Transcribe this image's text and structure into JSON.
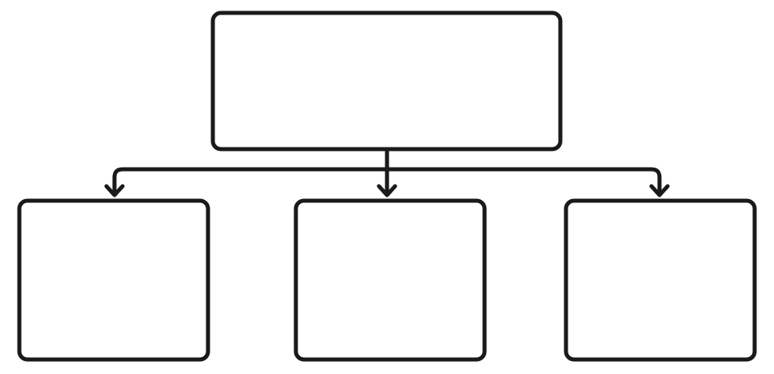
{
  "diagram": {
    "type": "hierarchy",
    "stroke_color": "#1a1a1a",
    "fill_color": "#ffffff",
    "nodes": [
      {
        "role": "parent",
        "label": ""
      },
      {
        "role": "child",
        "label": ""
      },
      {
        "role": "child",
        "label": ""
      },
      {
        "role": "child",
        "label": ""
      }
    ],
    "edges": [
      {
        "from": 0,
        "to": 1,
        "arrow": "end"
      },
      {
        "from": 0,
        "to": 2,
        "arrow": "end"
      },
      {
        "from": 0,
        "to": 3,
        "arrow": "end"
      }
    ]
  }
}
